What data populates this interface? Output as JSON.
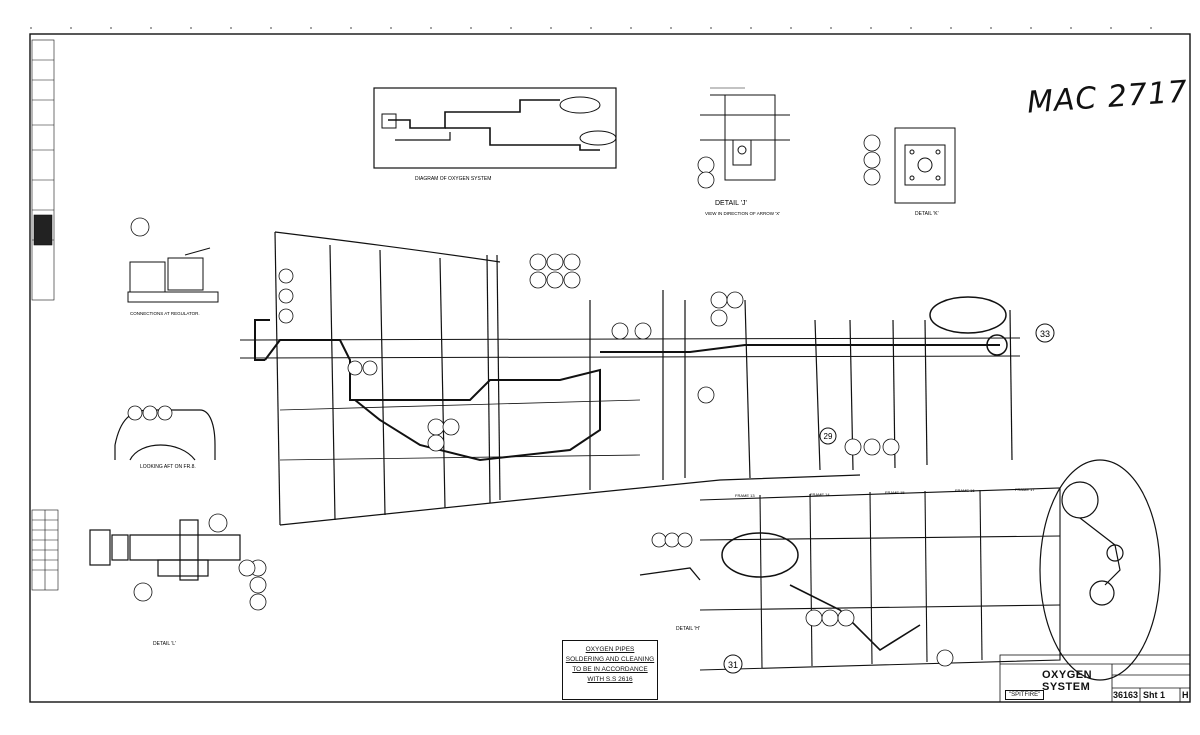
{
  "drawing": {
    "title_line1": "OXYGEN",
    "title_line2": "SYSTEM",
    "drawing_number": "36163",
    "sheet": "Sht 1",
    "issue": "H",
    "aircraft": "\"SPITFIRE\"",
    "handwritten_ref": "MAC 2717"
  },
  "note_box": {
    "line1": "OXYGEN PIPES",
    "line2": "SOLDERING AND CLEANING",
    "line3": "TO BE IN ACCORDANCE",
    "line4": "WITH S.S 2616"
  },
  "views": {
    "diagram_label": "DIAGRAM OF OXYGEN SYSTEM",
    "detail_j": "DETAIL 'J'",
    "detail_j_sub": "VIEW IN DIRECTION OF ARROW 'X'",
    "detail_k": "DETAIL 'K'",
    "detail_h": "DETAIL 'H'",
    "detail_l": "DETAIL 'L'",
    "looking_aft": "LOOKING AFT ON FR.8.",
    "connections": "CONNECTIONS AT REGULATOR."
  },
  "callouts": {
    "c33": "33",
    "c29": "29",
    "c31": "31"
  },
  "frames": [
    "FRAME 13",
    "FRAME 14",
    "FRAME 15",
    "FRAME 16",
    "FRAME 17"
  ]
}
